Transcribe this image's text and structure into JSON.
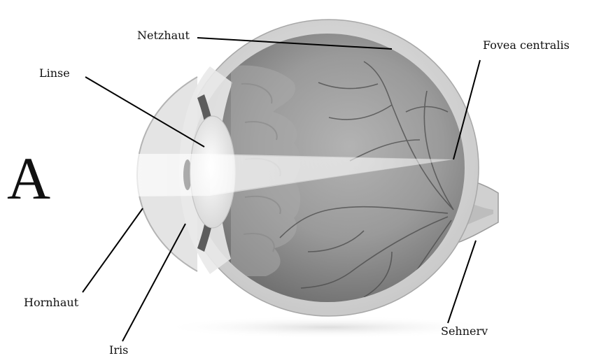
{
  "labels": {
    "netzhaut": "Netzhaut",
    "linse": "Linse",
    "fovea": "Fovea centralis",
    "hornhaut": "Hornhaut",
    "iris": "Iris",
    "sehnerv": "Sehnerv"
  },
  "object_letter": "A",
  "colors": {
    "sclera": "#d7d7d7",
    "vitreous": "#8f8f8f",
    "lens": "#f2f2f2",
    "vessel": "#4a4a4a",
    "leader": "#000000"
  }
}
